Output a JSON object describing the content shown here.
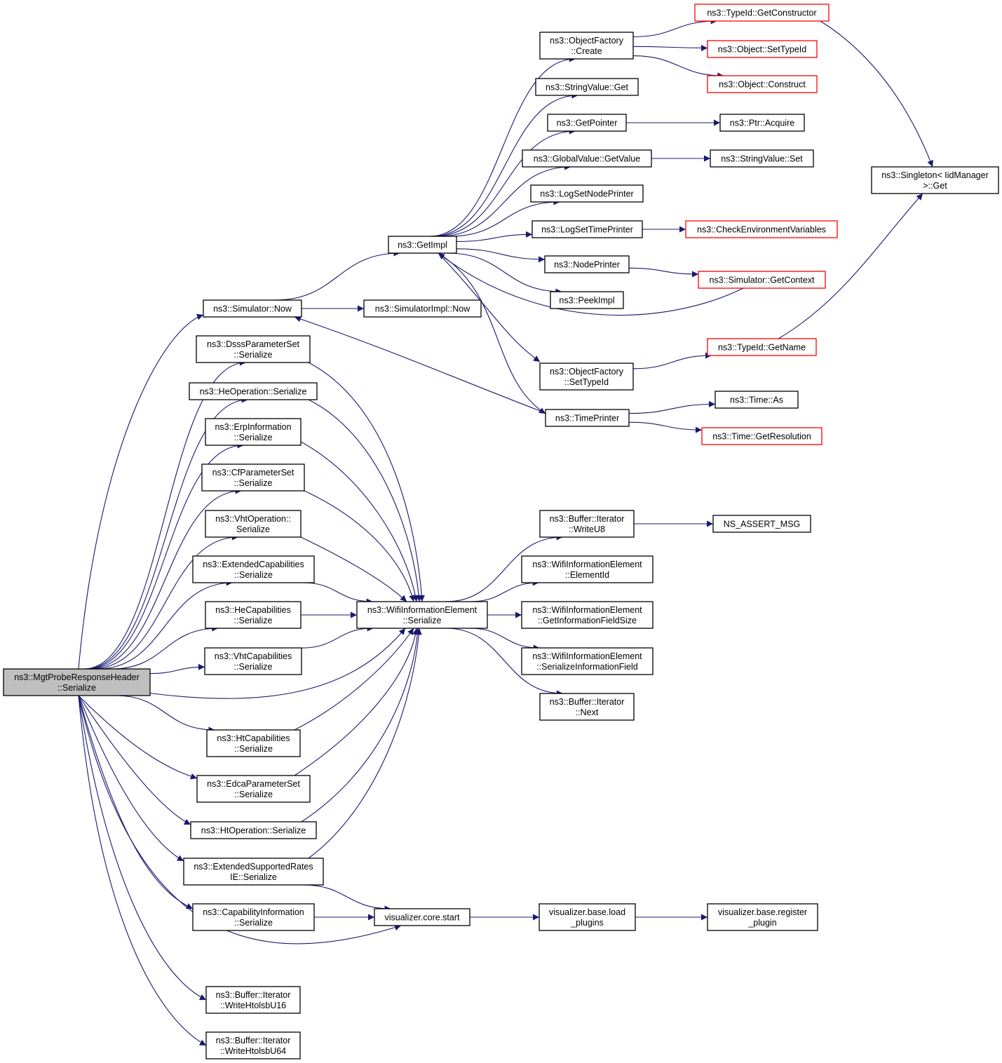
{
  "colors": {
    "edge": "#191970",
    "node_border": "#000000",
    "truncated_node_border": "#ff0000",
    "root_fill": "#bfbfbf",
    "node_fill": "#ffffff"
  },
  "nodes": [
    {
      "id": "root",
      "lines": [
        "ns3::MgtProbeResponseHeader",
        "::Serialize"
      ],
      "style": "root"
    },
    {
      "id": "now",
      "lines": [
        "ns3::Simulator::Now"
      ]
    },
    {
      "id": "dsss",
      "lines": [
        "ns3::DsssParameterSet",
        "::Serialize"
      ]
    },
    {
      "id": "heop",
      "lines": [
        "ns3::HeOperation::Serialize"
      ]
    },
    {
      "id": "erp",
      "lines": [
        "ns3::ErpInformation",
        "::Serialize"
      ]
    },
    {
      "id": "cf",
      "lines": [
        "ns3::CfParameterSet",
        "::Serialize"
      ]
    },
    {
      "id": "vhtop",
      "lines": [
        "ns3::VhtOperation::",
        "Serialize"
      ]
    },
    {
      "id": "extcap",
      "lines": [
        "ns3::ExtendedCapabilities",
        "::Serialize"
      ]
    },
    {
      "id": "hecap",
      "lines": [
        "ns3::HeCapabilities",
        "::Serialize"
      ]
    },
    {
      "id": "vhtcap",
      "lines": [
        "ns3::VhtCapabilities",
        "::Serialize"
      ]
    },
    {
      "id": "htcap",
      "lines": [
        "ns3::HtCapabilities",
        "::Serialize"
      ]
    },
    {
      "id": "edca",
      "lines": [
        "ns3::EdcaParameterSet",
        "::Serialize"
      ]
    },
    {
      "id": "htop",
      "lines": [
        "ns3::HtOperation::Serialize"
      ]
    },
    {
      "id": "extrates",
      "lines": [
        "ns3::ExtendedSupportedRates",
        "IE::Serialize"
      ]
    },
    {
      "id": "capinfo",
      "lines": [
        "ns3::CapabilityInformation",
        "::Serialize"
      ]
    },
    {
      "id": "wu16",
      "lines": [
        "ns3::Buffer::Iterator",
        "::WriteHtolsbU16"
      ]
    },
    {
      "id": "wu64",
      "lines": [
        "ns3::Buffer::Iterator",
        "::WriteHtolsbU64"
      ]
    },
    {
      "id": "getimpl",
      "lines": [
        "ns3::GetImpl"
      ]
    },
    {
      "id": "simimplnow",
      "lines": [
        "ns3::SimulatorImpl::Now"
      ]
    },
    {
      "id": "wie",
      "lines": [
        "ns3::WifiInformationElement",
        "::Serialize"
      ]
    },
    {
      "id": "vstart",
      "lines": [
        "visualizer.core.start"
      ]
    },
    {
      "id": "ofcreate",
      "lines": [
        "ns3::ObjectFactory",
        "::Create"
      ]
    },
    {
      "id": "svget",
      "lines": [
        "ns3::StringValue::Get"
      ]
    },
    {
      "id": "getpointer",
      "lines": [
        "ns3::GetPointer"
      ]
    },
    {
      "id": "gvgetvalue",
      "lines": [
        "ns3::GlobalValue::GetValue"
      ]
    },
    {
      "id": "lognode",
      "lines": [
        "ns3::LogSetNodePrinter"
      ]
    },
    {
      "id": "logtime",
      "lines": [
        "ns3::LogSetTimePrinter"
      ]
    },
    {
      "id": "nodeprinter",
      "lines": [
        "ns3::NodePrinter"
      ]
    },
    {
      "id": "peekimpl",
      "lines": [
        "ns3::PeekImpl"
      ]
    },
    {
      "id": "ofsettypeid",
      "lines": [
        "ns3::ObjectFactory",
        "::SetTypeId"
      ]
    },
    {
      "id": "timeprinter",
      "lines": [
        "ns3::TimePrinter"
      ]
    },
    {
      "id": "bwriteu8",
      "lines": [
        "ns3::Buffer::Iterator",
        "::WriteU8"
      ]
    },
    {
      "id": "wieelemid",
      "lines": [
        "ns3::WifiInformationElement",
        "::ElementId"
      ]
    },
    {
      "id": "wiegetsize",
      "lines": [
        "ns3::WifiInformationElement",
        "::GetInformationFieldSize"
      ]
    },
    {
      "id": "wieserfield",
      "lines": [
        "ns3::WifiInformationElement",
        "::SerializeInformationField"
      ]
    },
    {
      "id": "bnext",
      "lines": [
        "ns3::Buffer::Iterator",
        "::Next"
      ]
    },
    {
      "id": "vloadplugins",
      "lines": [
        "visualizer.base.load",
        "_plugins"
      ]
    },
    {
      "id": "tidgetctor",
      "lines": [
        "ns3::TypeId::GetConstructor"
      ],
      "style": "trunc"
    },
    {
      "id": "objsettypeid",
      "lines": [
        "ns3::Object::SetTypeId"
      ],
      "style": "trunc"
    },
    {
      "id": "objconstruct",
      "lines": [
        "ns3::Object::Construct"
      ],
      "style": "trunc"
    },
    {
      "id": "ptracquire",
      "lines": [
        "ns3::Ptr::Acquire"
      ]
    },
    {
      "id": "svset",
      "lines": [
        "ns3::StringValue::Set"
      ]
    },
    {
      "id": "checkenv",
      "lines": [
        "ns3::CheckEnvironmentVariables"
      ],
      "style": "trunc"
    },
    {
      "id": "simgetctx",
      "lines": [
        "ns3::Simulator::GetContext"
      ],
      "style": "trunc"
    },
    {
      "id": "tidgetname",
      "lines": [
        "ns3::TypeId::GetName"
      ],
      "style": "trunc"
    },
    {
      "id": "timeas",
      "lines": [
        "ns3::Time::As"
      ]
    },
    {
      "id": "timegetres",
      "lines": [
        "ns3::Time::GetResolution"
      ],
      "style": "trunc"
    },
    {
      "id": "nsassert",
      "lines": [
        "NS_ASSERT_MSG"
      ]
    },
    {
      "id": "vregplugin",
      "lines": [
        "visualizer.base.register",
        "_plugin"
      ]
    },
    {
      "id": "singleton",
      "lines": [
        "ns3::Singleton< IidManager",
        ">::Get"
      ]
    }
  ],
  "edges": [
    [
      "root",
      "now"
    ],
    [
      "root",
      "dsss"
    ],
    [
      "root",
      "heop"
    ],
    [
      "root",
      "erp"
    ],
    [
      "root",
      "cf"
    ],
    [
      "root",
      "vhtop"
    ],
    [
      "root",
      "extcap"
    ],
    [
      "root",
      "hecap"
    ],
    [
      "root",
      "vhtcap"
    ],
    [
      "root",
      "wie"
    ],
    [
      "root",
      "htcap"
    ],
    [
      "root",
      "edca"
    ],
    [
      "root",
      "htop"
    ],
    [
      "root",
      "extrates"
    ],
    [
      "root",
      "capinfo"
    ],
    [
      "root",
      "vstart"
    ],
    [
      "root",
      "wu16"
    ],
    [
      "root",
      "wu64"
    ],
    [
      "now",
      "getimpl"
    ],
    [
      "now",
      "simimplnow"
    ],
    [
      "dsss",
      "wie"
    ],
    [
      "heop",
      "wie"
    ],
    [
      "erp",
      "wie"
    ],
    [
      "cf",
      "wie"
    ],
    [
      "vhtop",
      "wie"
    ],
    [
      "extcap",
      "wie"
    ],
    [
      "hecap",
      "wie"
    ],
    [
      "vhtcap",
      "wie"
    ],
    [
      "htcap",
      "wie"
    ],
    [
      "edca",
      "wie"
    ],
    [
      "htop",
      "wie"
    ],
    [
      "extrates",
      "wie"
    ],
    [
      "extrates",
      "vstart"
    ],
    [
      "capinfo",
      "vstart"
    ],
    [
      "getimpl",
      "ofcreate"
    ],
    [
      "getimpl",
      "svget"
    ],
    [
      "getimpl",
      "getpointer"
    ],
    [
      "getimpl",
      "gvgetvalue"
    ],
    [
      "getimpl",
      "lognode"
    ],
    [
      "getimpl",
      "logtime"
    ],
    [
      "getimpl",
      "nodeprinter"
    ],
    [
      "getimpl",
      "peekimpl"
    ],
    [
      "getimpl",
      "ofsettypeid"
    ],
    [
      "getimpl",
      "timeprinter"
    ],
    [
      "simgetctx",
      "getimpl"
    ],
    [
      "timeprinter",
      "now"
    ],
    [
      "ofcreate",
      "tidgetctor"
    ],
    [
      "ofcreate",
      "objsettypeid"
    ],
    [
      "ofcreate",
      "objconstruct"
    ],
    [
      "getpointer",
      "ptracquire"
    ],
    [
      "gvgetvalue",
      "svset"
    ],
    [
      "logtime",
      "checkenv"
    ],
    [
      "nodeprinter",
      "simgetctx"
    ],
    [
      "ofsettypeid",
      "tidgetname"
    ],
    [
      "timeprinter",
      "timeas"
    ],
    [
      "timeprinter",
      "timegetres"
    ],
    [
      "tidgetctor",
      "singleton"
    ],
    [
      "tidgetname",
      "singleton"
    ],
    [
      "wie",
      "bwriteu8"
    ],
    [
      "wie",
      "wieelemid"
    ],
    [
      "wie",
      "wiegetsize"
    ],
    [
      "wie",
      "wieserfield"
    ],
    [
      "wie",
      "bnext"
    ],
    [
      "bwriteu8",
      "nsassert"
    ],
    [
      "vstart",
      "vloadplugins"
    ],
    [
      "vloadplugins",
      "vregplugin"
    ]
  ]
}
